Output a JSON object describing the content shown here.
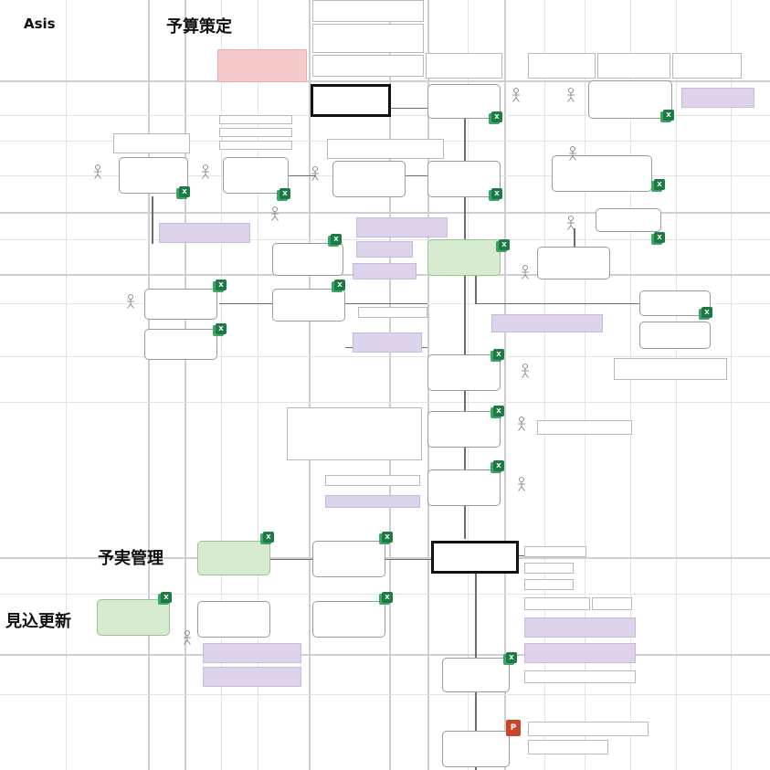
{
  "sections": {
    "asis": "Asis",
    "budget": "予算策定",
    "actual": "予実管理",
    "forecast": "見込更新"
  },
  "icons": {
    "excel": "excel-icon",
    "powerpoint": "powerpoint-icon",
    "actor": "person-icon"
  },
  "colors": {
    "process_green": "#d6ebd0",
    "note_purple": "#ddd3ea",
    "note_pink": "#f6caca",
    "excel_green": "#1e7a45",
    "powerpoint_red": "#c8452b"
  }
}
